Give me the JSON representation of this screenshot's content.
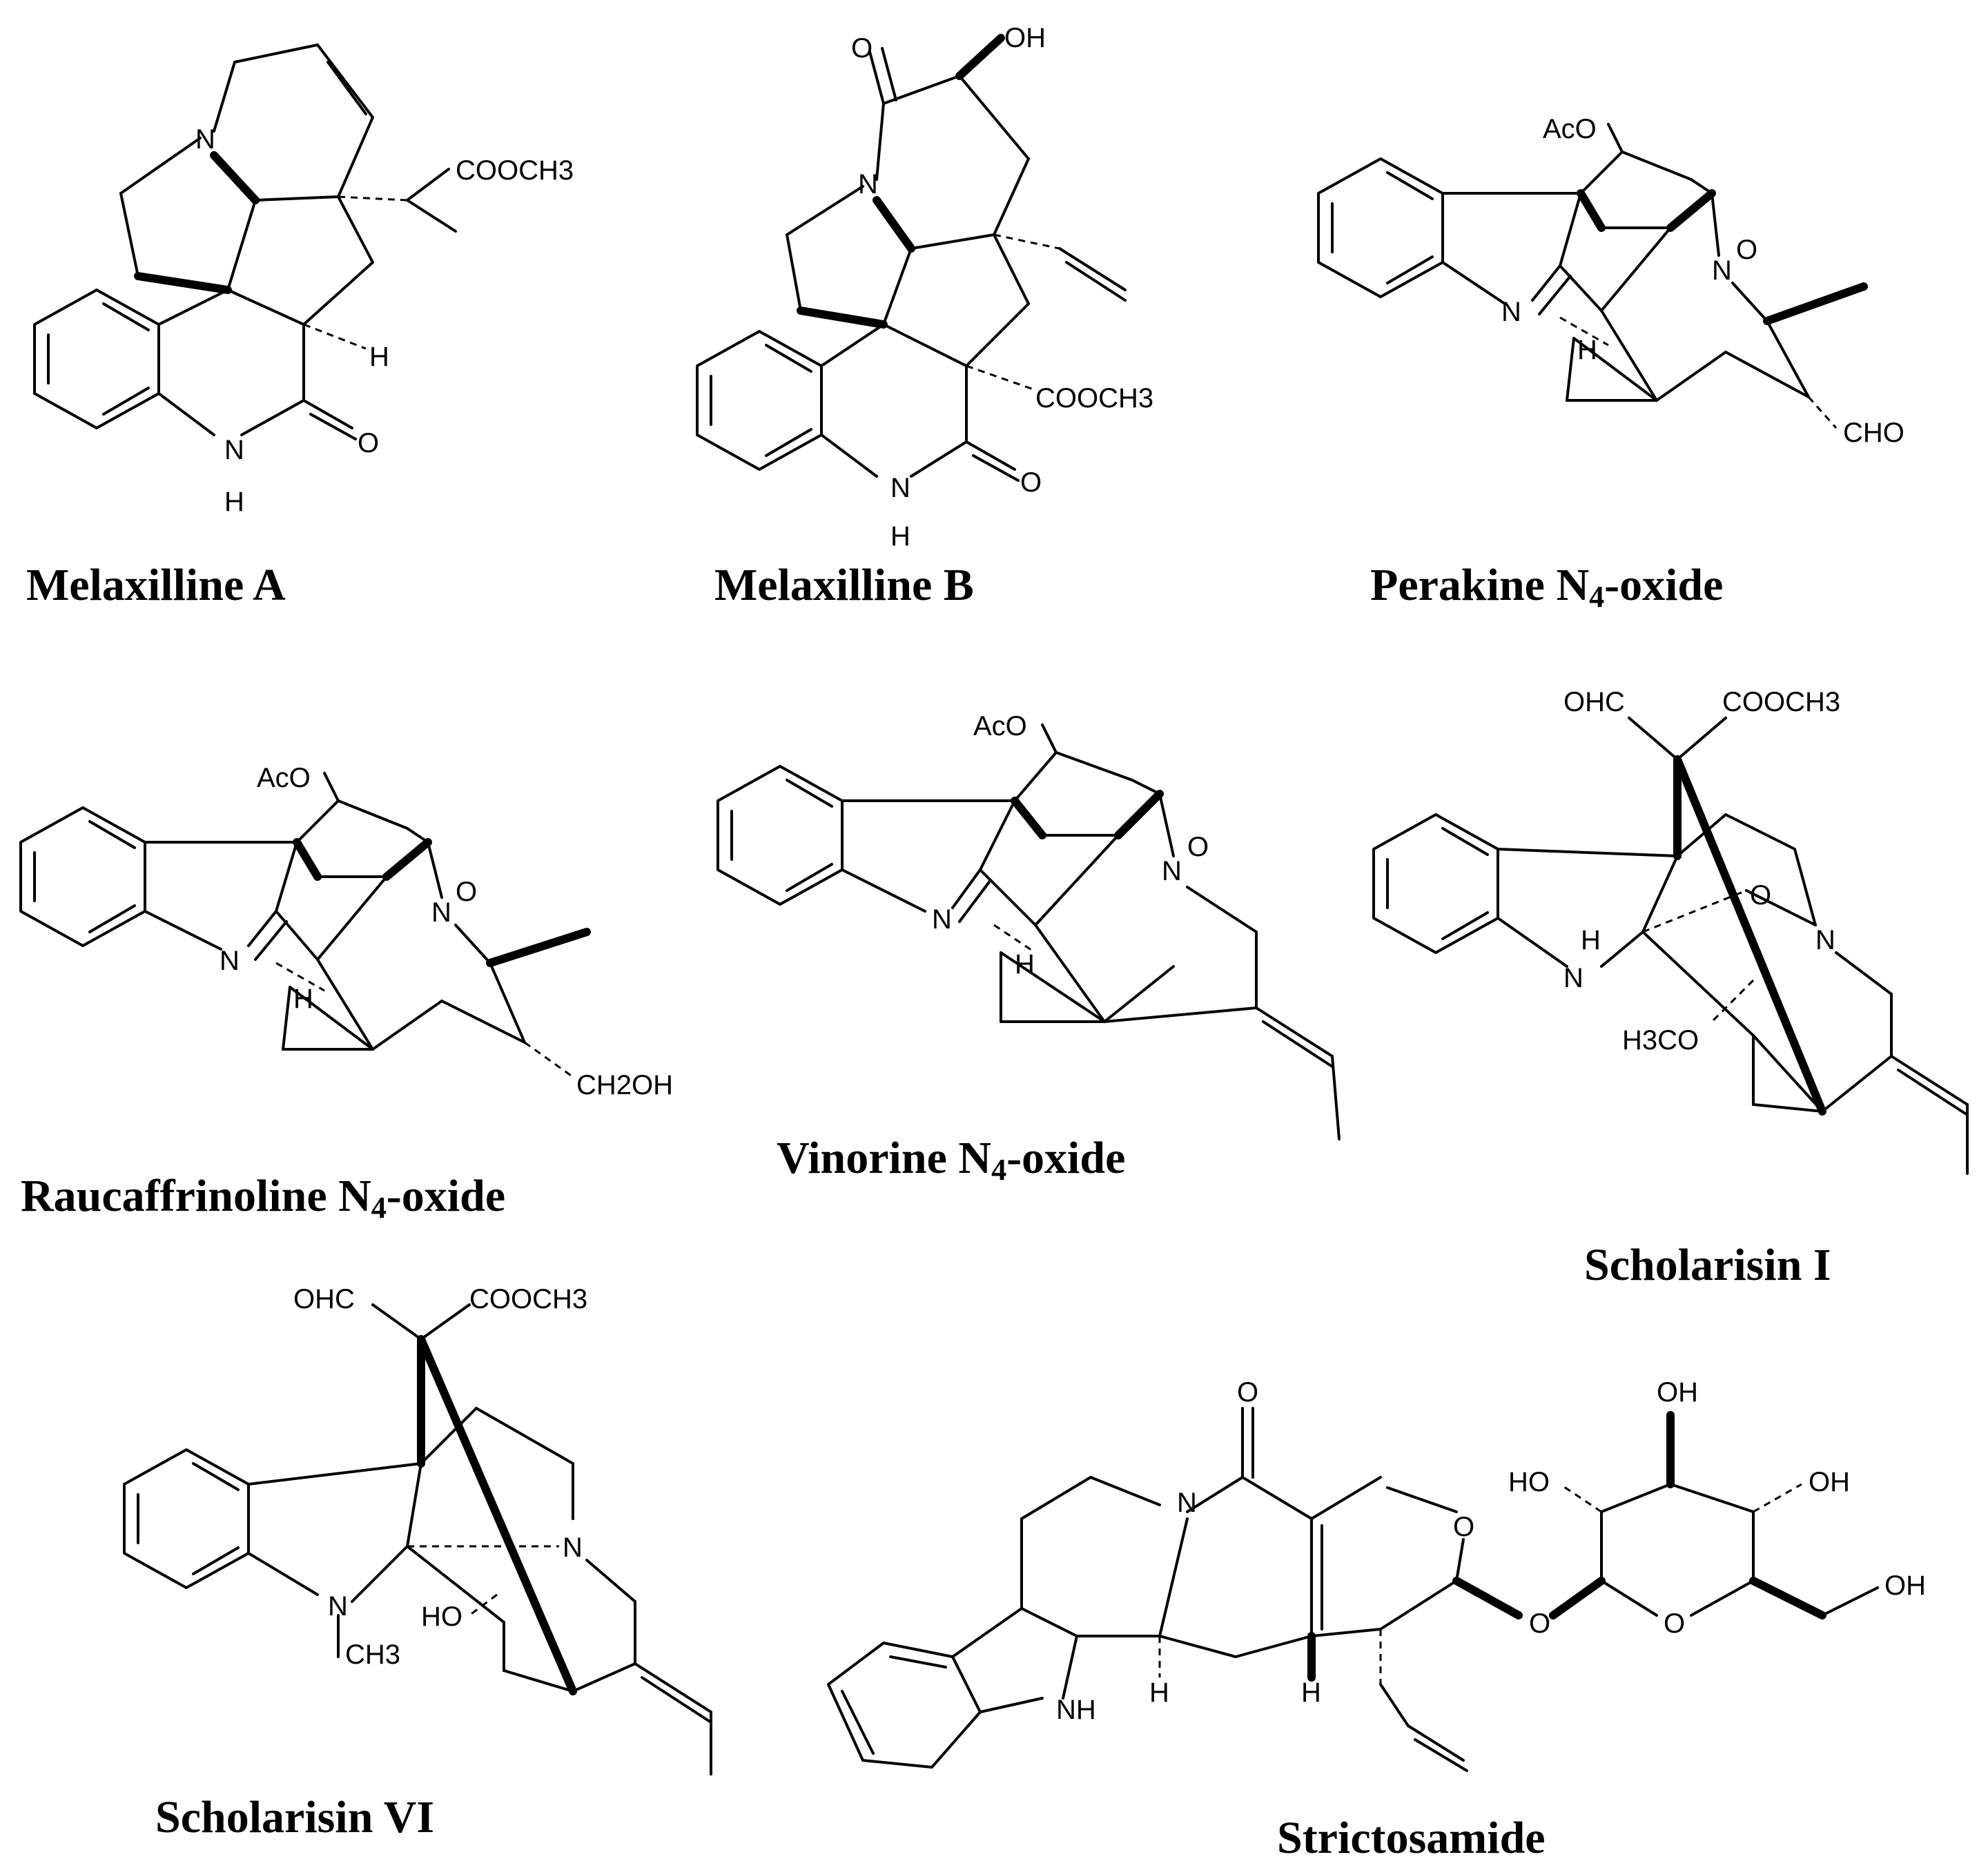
{
  "compounds": [
    {
      "name": "Melaxilline A"
    },
    {
      "name": "Melaxilline B"
    },
    {
      "name": "Perakine N",
      "sub": "4",
      "suffix": "-oxide"
    },
    {
      "name": "Raucaffrinoline N",
      "sub": "4",
      "suffix": "-oxide"
    },
    {
      "name": "Vinorine N",
      "sub": "4",
      "suffix": "-oxide"
    },
    {
      "name": "Scholarisin I"
    },
    {
      "name": "Scholarisin VI"
    },
    {
      "name": "Strictosamide"
    }
  ],
  "atom_labels": {
    "N": "N",
    "H": "H",
    "O": "O",
    "OH": "OH",
    "AcO": "AcO",
    "COOCH3": "COOCH3",
    "CHO": "CHO",
    "OHC": "OHC",
    "CH2OH": "CH2OH",
    "H3CO": "H3CO",
    "HO": "HO",
    "CH3": "CH3",
    "NH": "NH"
  }
}
